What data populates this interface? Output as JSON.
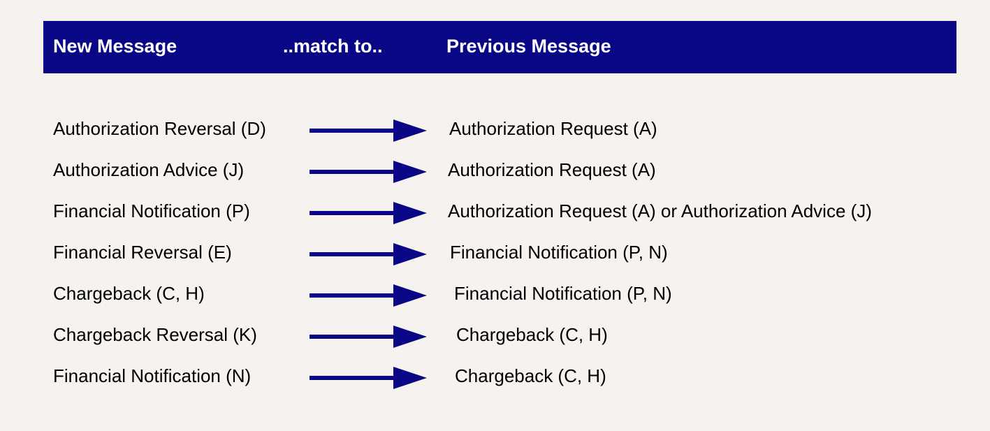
{
  "colors": {
    "background": "#f5f2f0",
    "header_bg": "#0a0787",
    "header_text": "#ffffff",
    "arrow": "#0a0787",
    "text": "#000000"
  },
  "header": {
    "new_message": "New Message",
    "match_to": "..match to..",
    "previous_message": "Previous Message"
  },
  "rows": [
    {
      "new": "Authorization Reversal (D)",
      "previous": "Authorization Request (A)"
    },
    {
      "new": "Authorization Advice (J)",
      "previous": "Authorization Request (A)"
    },
    {
      "new": "Financial Notification (P)",
      "previous": "Authorization Request (A) or Authorization Advice (J)"
    },
    {
      "new": "Financial Reversal (E)",
      "previous": "Financial Notification (P, N)"
    },
    {
      "new": "Chargeback (C, H)",
      "previous": "Financial Notification (P, N)"
    },
    {
      "new": "Chargeback Reversal (K)",
      "previous": "Chargeback (C, H)"
    },
    {
      "new": "Financial Notification (N)",
      "previous": "Chargeback (C, H)"
    }
  ]
}
